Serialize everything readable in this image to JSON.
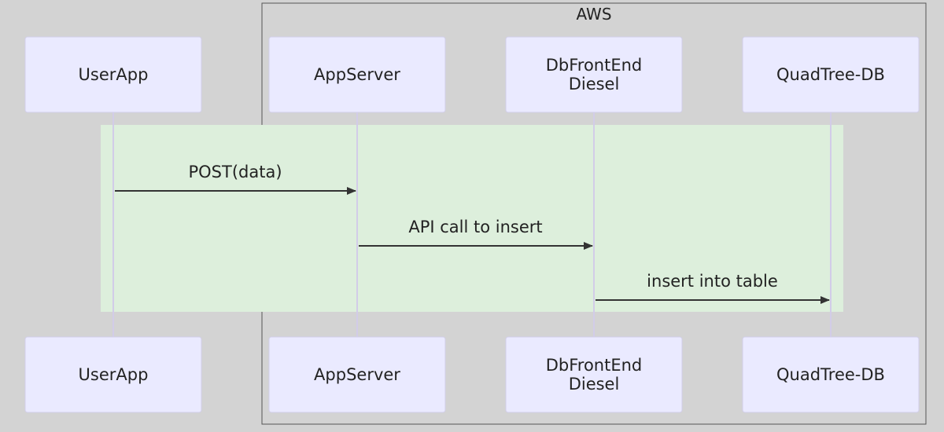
{
  "group": {
    "label": "AWS"
  },
  "participants": [
    {
      "id": "userapp",
      "lines": [
        "UserApp"
      ]
    },
    {
      "id": "appserver",
      "lines": [
        "AppServer"
      ]
    },
    {
      "id": "dbfrontend",
      "lines": [
        "DbFrontEnd",
        "Diesel"
      ]
    },
    {
      "id": "quadtree",
      "lines": [
        "QuadTree-DB"
      ]
    }
  ],
  "messages": [
    {
      "from": "userapp",
      "to": "appserver",
      "label": "POST(data)"
    },
    {
      "from": "appserver",
      "to": "dbfrontend",
      "label": "API call to insert"
    },
    {
      "from": "dbfrontend",
      "to": "quadtree",
      "label": "insert into table"
    }
  ],
  "colors": {
    "background": "#d3d3d3",
    "actor_fill": "#eaeaff",
    "actor_stroke": "#d2cfe9",
    "lifeline": "#d2cce8",
    "highlight": "#ddefdc",
    "group_stroke": "#555555",
    "text": "#222222",
    "arrow": "#333333"
  }
}
